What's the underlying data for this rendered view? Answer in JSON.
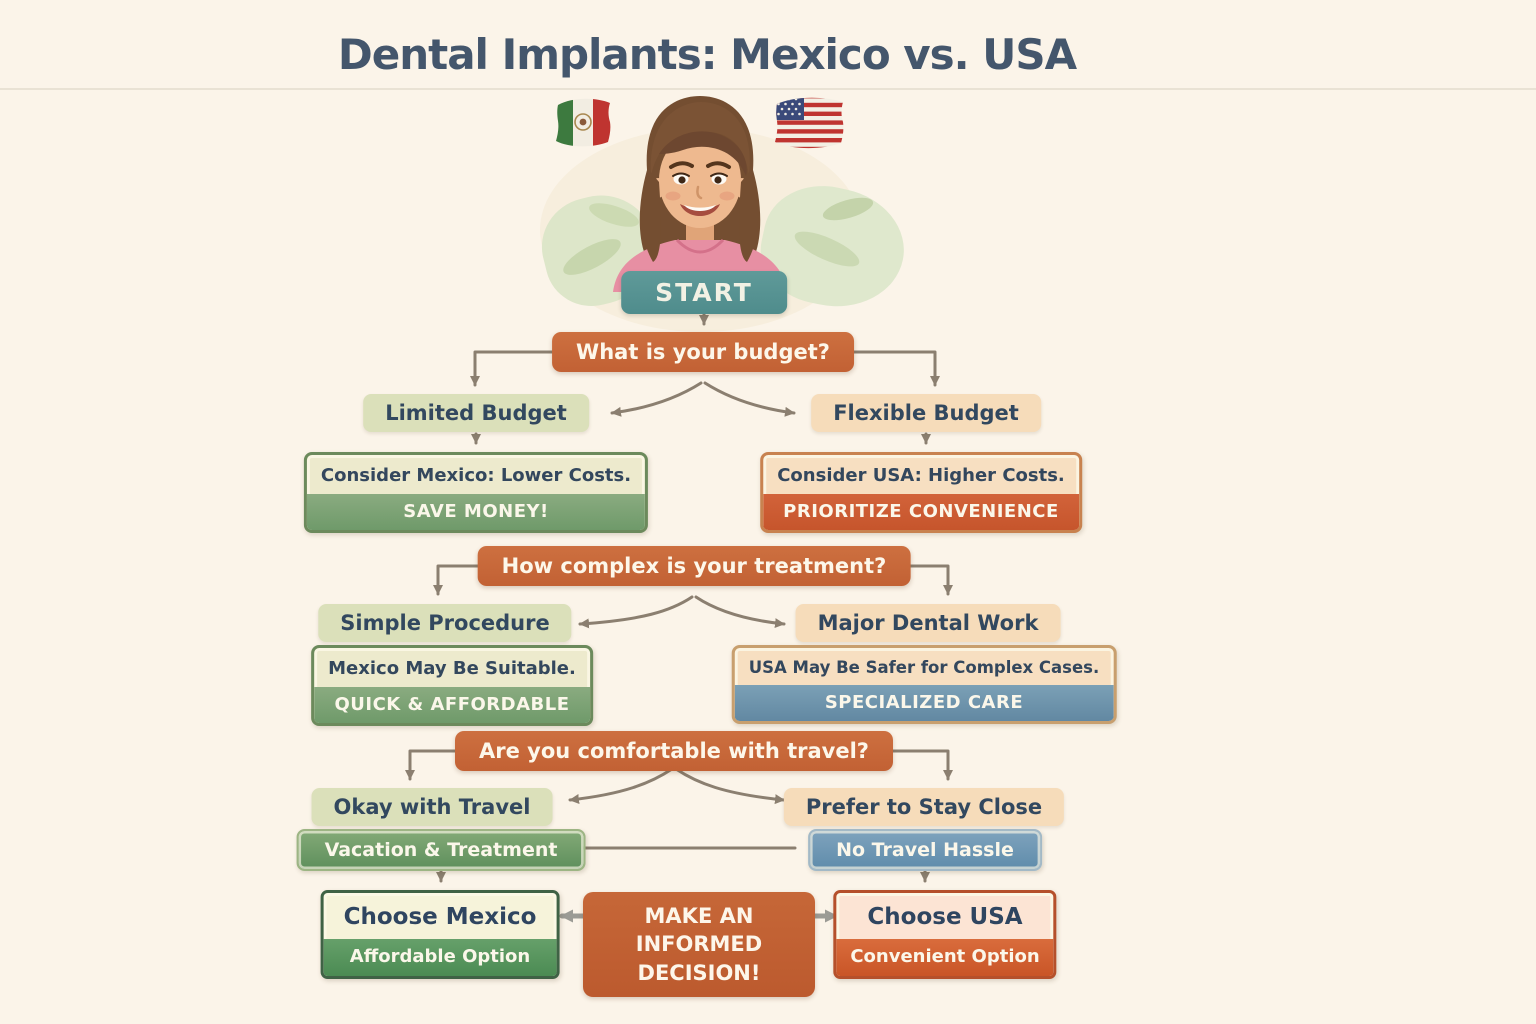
{
  "title": "Dental Implants: Mexico vs. USA",
  "hero": {
    "start_label": "START",
    "left_flag": "mexico-flag",
    "right_flag": "usa-flag",
    "avatar": "smiling-woman-pink-shirt"
  },
  "flow": {
    "q1": {
      "question": "What is your budget?",
      "left_option": "Limited Budget",
      "right_option": "Flexible Budget",
      "left_result": {
        "text": "Consider Mexico: Lower Costs.",
        "banner": "SAVE MONEY!"
      },
      "right_result": {
        "text": "Consider USA: Higher Costs.",
        "banner": "PRIORITIZE CONVENIENCE"
      }
    },
    "q2": {
      "question": "How complex is your treatment?",
      "left_option": "Simple Procedure",
      "right_option": "Major Dental Work",
      "left_result": {
        "text": "Mexico May Be Suitable.",
        "banner": "QUICK & AFFORDABLE"
      },
      "right_result": {
        "text": "USA May Be Safer for Complex Cases.",
        "banner": "SPECIALIZED CARE"
      }
    },
    "q3": {
      "question": "Are you comfortable with travel?",
      "left_option": "Okay with Travel",
      "right_option": "Prefer to Stay Close",
      "left_result": {
        "banner": "Vacation & Treatment"
      },
      "right_result": {
        "banner": "No Travel Hassle"
      }
    },
    "final": {
      "left": {
        "title": "Choose Mexico",
        "banner": "Affordable Option"
      },
      "center": "MAKE AN INFORMED DECISION!",
      "right": {
        "title": "Choose USA",
        "banner": "Convenient Option"
      }
    }
  },
  "colors": {
    "background": "#fbf4e9",
    "title_text": "#44566c",
    "question_orange": "#c8693c",
    "option_green": "#dbe0ba",
    "option_peach": "#f6dcba",
    "banner_green": "#6f9a68",
    "banner_orange": "#cd5c32",
    "banner_blue": "#6b93ab",
    "start_teal": "#579191",
    "connector_brown": "#8b7f70",
    "decision_arrow_gray": "#9b9b95"
  }
}
